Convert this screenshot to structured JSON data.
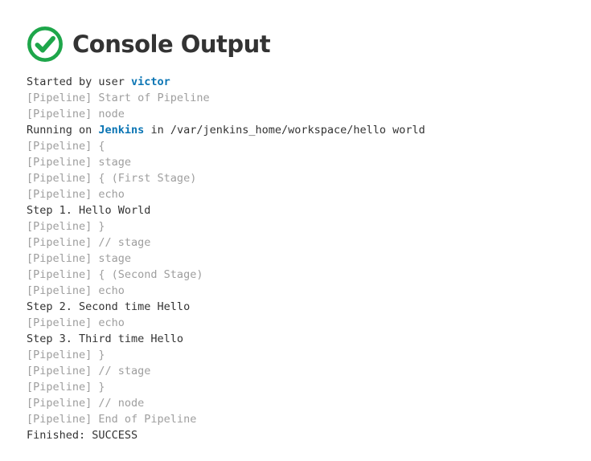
{
  "colors": {
    "success": "#1ea64a",
    "link": "#0b75b4",
    "text": "#333333",
    "muted": "#9e9e9e",
    "bg": "#ffffff"
  },
  "header": {
    "title": "Console Output",
    "status_icon": "success-check-icon"
  },
  "console": {
    "lines": [
      {
        "segments": [
          {
            "t": "Started by user ",
            "s": "plain"
          },
          {
            "t": "victor",
            "s": "link",
            "name": "user-link"
          }
        ]
      },
      {
        "segments": [
          {
            "t": "[Pipeline] Start of Pipeline",
            "s": "muted"
          }
        ]
      },
      {
        "segments": [
          {
            "t": "[Pipeline] node",
            "s": "muted"
          }
        ]
      },
      {
        "segments": [
          {
            "t": "Running on ",
            "s": "plain"
          },
          {
            "t": "Jenkins",
            "s": "link",
            "name": "node-link"
          },
          {
            "t": " in /var/jenkins_home/workspace/hello world",
            "s": "plain"
          }
        ]
      },
      {
        "segments": [
          {
            "t": "[Pipeline] {",
            "s": "muted"
          }
        ]
      },
      {
        "segments": [
          {
            "t": "[Pipeline] stage",
            "s": "muted"
          }
        ]
      },
      {
        "segments": [
          {
            "t": "[Pipeline] { (First Stage)",
            "s": "muted"
          }
        ]
      },
      {
        "segments": [
          {
            "t": "[Pipeline] echo",
            "s": "muted"
          }
        ]
      },
      {
        "segments": [
          {
            "t": "Step 1. Hello World",
            "s": "plain"
          }
        ]
      },
      {
        "segments": [
          {
            "t": "[Pipeline] }",
            "s": "muted"
          }
        ]
      },
      {
        "segments": [
          {
            "t": "[Pipeline] // stage",
            "s": "muted"
          }
        ]
      },
      {
        "segments": [
          {
            "t": "[Pipeline] stage",
            "s": "muted"
          }
        ]
      },
      {
        "segments": [
          {
            "t": "[Pipeline] { (Second Stage)",
            "s": "muted"
          }
        ]
      },
      {
        "segments": [
          {
            "t": "[Pipeline] echo",
            "s": "muted"
          }
        ]
      },
      {
        "segments": [
          {
            "t": "Step 2. Second time Hello",
            "s": "plain"
          }
        ]
      },
      {
        "segments": [
          {
            "t": "[Pipeline] echo",
            "s": "muted"
          }
        ]
      },
      {
        "segments": [
          {
            "t": "Step 3. Third time Hello",
            "s": "plain"
          }
        ]
      },
      {
        "segments": [
          {
            "t": "[Pipeline] }",
            "s": "muted"
          }
        ]
      },
      {
        "segments": [
          {
            "t": "[Pipeline] // stage",
            "s": "muted"
          }
        ]
      },
      {
        "segments": [
          {
            "t": "[Pipeline] }",
            "s": "muted"
          }
        ]
      },
      {
        "segments": [
          {
            "t": "[Pipeline] // node",
            "s": "muted"
          }
        ]
      },
      {
        "segments": [
          {
            "t": "[Pipeline] End of Pipeline",
            "s": "muted"
          }
        ]
      },
      {
        "segments": [
          {
            "t": "Finished: SUCCESS",
            "s": "plain"
          }
        ]
      }
    ]
  }
}
